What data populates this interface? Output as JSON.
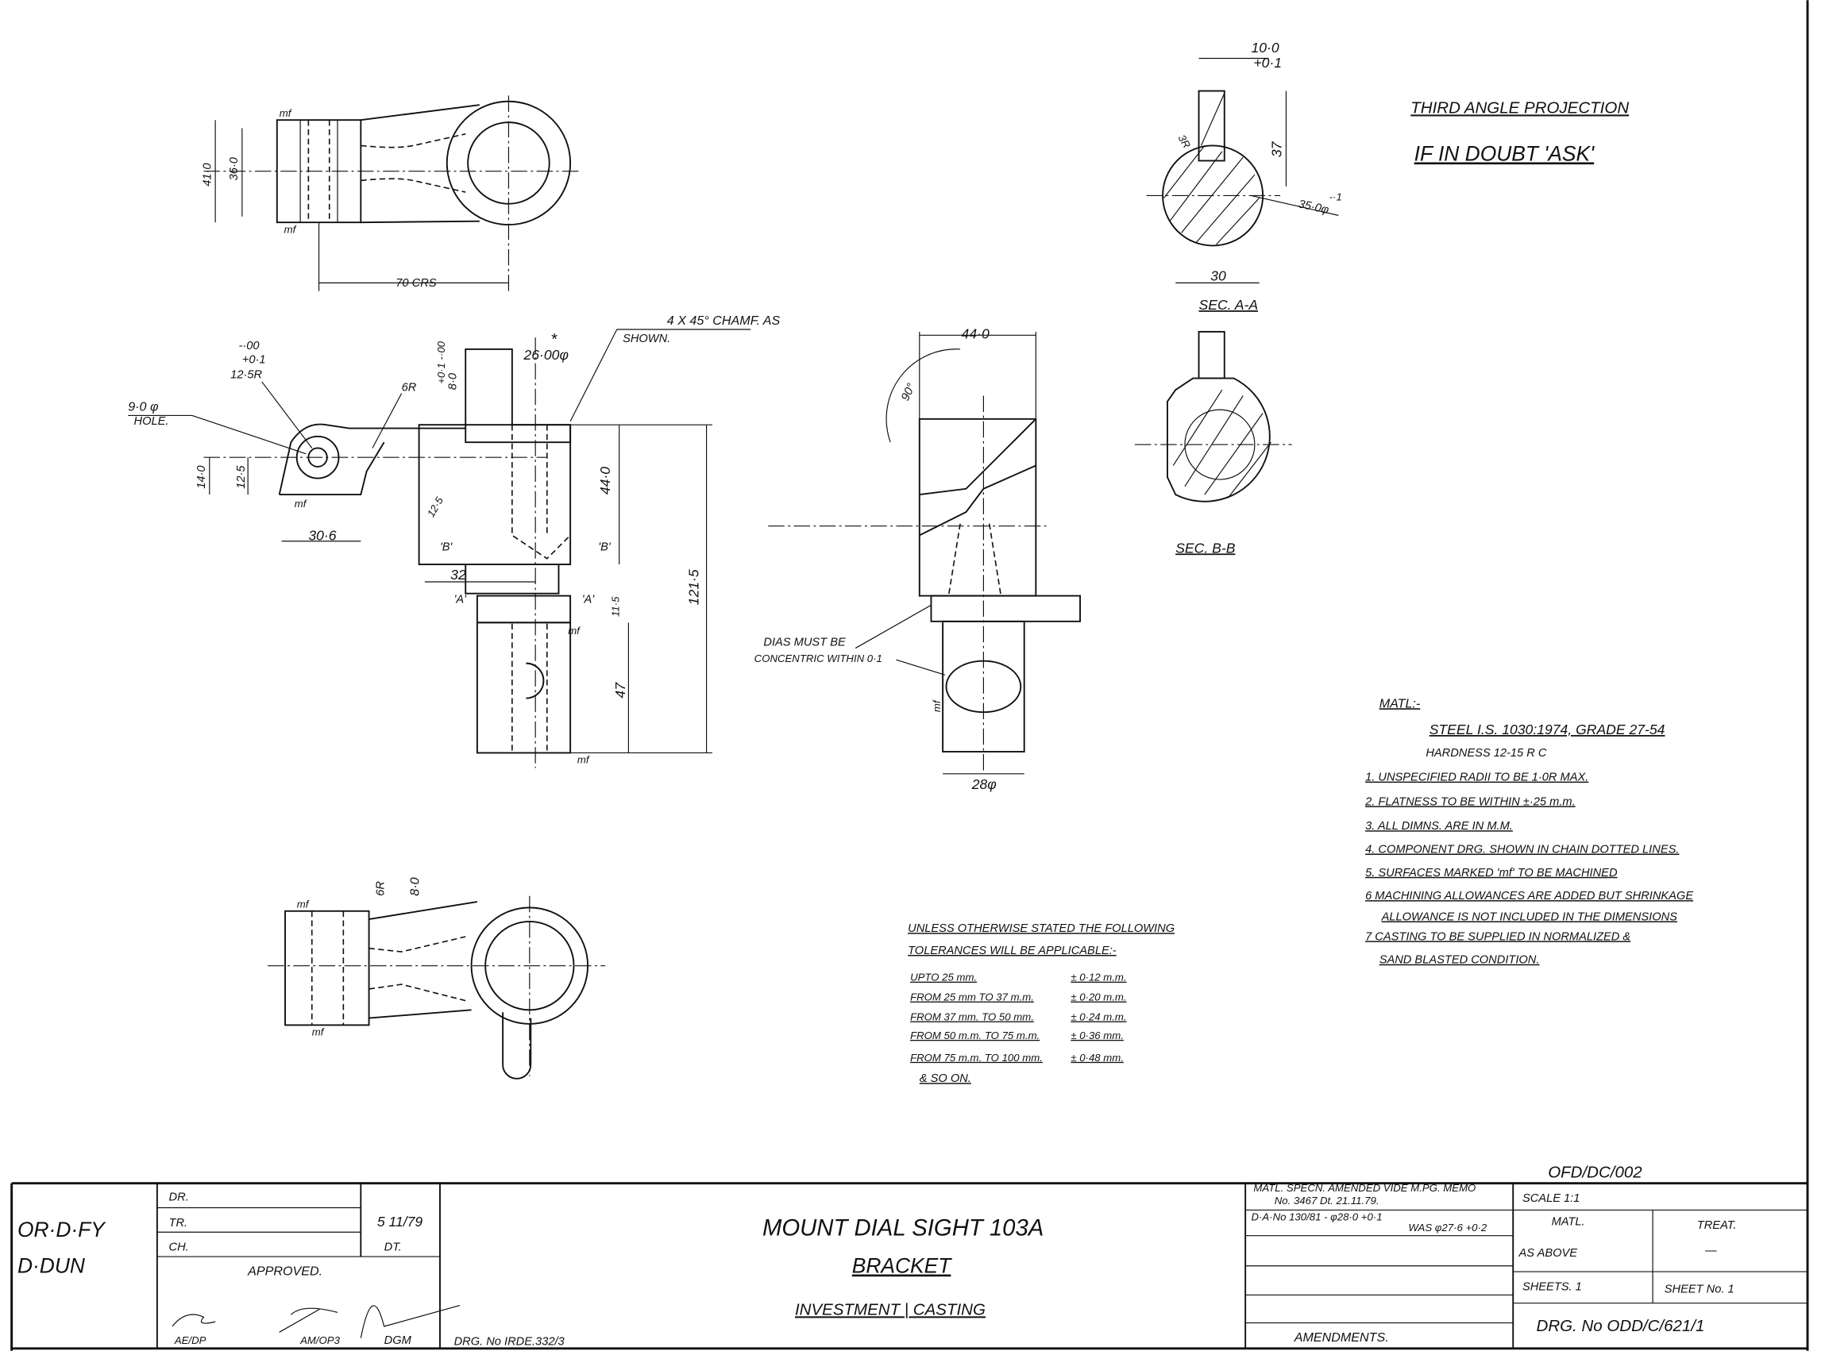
{
  "header": {
    "projection": "THIRD ANGLE PROJECTION",
    "doubt": "IF IN DOUBT 'ASK'"
  },
  "section_aa": {
    "dim_top": "10·0",
    "dim_top_tol": "+0·1",
    "radius": "3R",
    "height": "37",
    "dia": "35·0φ",
    "dia_tol": "-·1",
    "width": "30",
    "label": "SEC. A-A"
  },
  "section_bb": {
    "label": "SEC. B-B"
  },
  "plan_view": {
    "dim_h1": "41·0",
    "dim_h2": "36·0",
    "centres": "70 CRS",
    "mf_top": "mf",
    "mf_bottom": "mf"
  },
  "front_view": {
    "bore": "26·00φ",
    "star": "*",
    "chamfer_1": "4 X 45° CHAMF. AS",
    "chamfer_2": "SHOWN.",
    "hole_1": "9·0 φ",
    "hole_2": "HOLE.",
    "radius_tol_1": "-·00",
    "radius_tol_2": "+0·1",
    "radius": "12·5R",
    "top_dim": "8·0",
    "top_tol": "+0·1 -·00",
    "fillet": "6R",
    "lug_h1": "14·0",
    "lug_h2": "12·5",
    "lug_w": "30·6",
    "body_h": "44·0",
    "overall_h": "121·5",
    "spigot_h": "47",
    "step_h": "11·5",
    "offset": "32",
    "sec_b": "'B'",
    "sec_a": "'A'",
    "chamf_small": "12·5",
    "mf": "mf"
  },
  "side_view": {
    "width": "44·0",
    "angle": "90°",
    "concentric_1": "DIAS MUST BE",
    "concentric_2": "CONCENTRIC WITHIN 0·1",
    "spigot_dia": "28φ",
    "mf": "mf"
  },
  "bottom_view": {
    "fillet": "6R",
    "dim": "8·0",
    "mf": "mf"
  },
  "tolerances": {
    "heading_1": "UNLESS OTHERWISE STATED THE FOLLOWING",
    "heading_2": "TOLERANCES WILL BE APPLICABLE:-",
    "rows": [
      {
        "range": "UPTO 25 mm.",
        "tol": "± 0·12 m.m."
      },
      {
        "range": "FROM 25 mm TO 37 m.m.",
        "tol": "± 0·20 m.m."
      },
      {
        "range": "FROM 37 mm. TO 50 mm.",
        "tol": "± 0·24 m.m."
      },
      {
        "range": "FROM 50 m.m. TO 75 m.m.",
        "tol": "± 0·36 mm."
      },
      {
        "range": "FROM 75 m.m. TO 100 mm.",
        "tol": "± 0·48 mm."
      }
    ],
    "footer": "& SO ON."
  },
  "notes": {
    "matl_label": "MATL:-",
    "material": "STEEL I.S. 1030:1974, GRADE 27-54",
    "hardness": "HARDNESS   12-15 R C",
    "items": [
      "1. UNSPECIFIED RADII TO BE 1·0R MAX.",
      "2. FLATNESS TO BE WITHIN ±·25 m.m.",
      "3. ALL DIMNS. ARE IN M.M.",
      "4. COMPONENT DRG. SHOWN IN CHAIN DOTTED LINES.",
      "5. SURFACES MARKED 'mf' TO BE MACHINED",
      "6 MACHINING ALLOWANCES ARE ADDED BUT SHRINKAGE",
      "ALLOWANCE IS NOT INCLUDED IN THE DIMENSIONS",
      "7 CASTING TO BE SUPPLIED IN NORMALIZED &",
      "SAND BLASTED CONDITION."
    ]
  },
  "title_block": {
    "org_1": "OR·D·FY",
    "org_2": "D·DUN",
    "dr": "DR.",
    "tr": "TR.",
    "ch": "CH.",
    "date": "5 11/79",
    "dt": "DT.",
    "approved": "APPROVED.",
    "sign_1": "AE/DP",
    "sign_2": "AM/OP3",
    "sign_3": "DGM",
    "ref_drg": "DRG. No IRDE.332/3",
    "title_1": "MOUNT DIAL SIGHT 103A",
    "title_2": "BRACKET",
    "title_3": "INVESTMENT | CASTING",
    "amend_1a": "MATL. SPECN. AMENDED VIDE M.PG. MEMO",
    "amend_1b": "No. 3467 Dt. 21.11.79.",
    "amend_2a": "D·A·No 130/81 - φ28·0 +0·1",
    "amend_2b": "WAS φ27·6 +0·2",
    "amendments": "AMENDMENTS.",
    "file_ref": "OFD/DC/002",
    "scale": "SCALE 1:1",
    "matl": "MATL.",
    "matl_value": "AS ABOVE",
    "treat": "TREAT.",
    "treat_value": "—",
    "sheets": "SHEETS.  1",
    "sheet_no": "SHEET No.  1",
    "drg_no": "DRG. No  ODD/C/621/1"
  }
}
